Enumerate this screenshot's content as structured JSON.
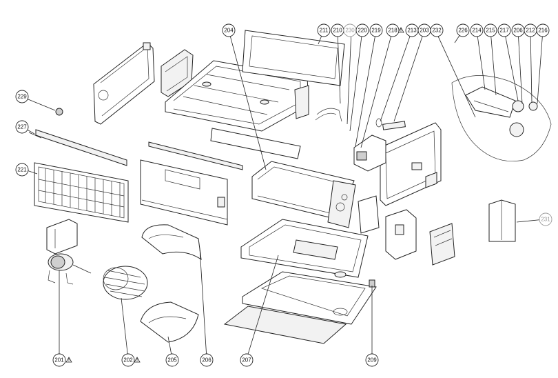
{
  "callouts": [
    {
      "id": "c201",
      "label": "201"
    },
    {
      "id": "c202",
      "label": "202"
    },
    {
      "id": "c203",
      "label": "203"
    },
    {
      "id": "c204",
      "label": "204"
    },
    {
      "id": "c205",
      "label": "205"
    },
    {
      "id": "c206",
      "label": "206"
    },
    {
      "id": "c206b",
      "label": "206"
    },
    {
      "id": "c207",
      "label": "207"
    },
    {
      "id": "c209",
      "label": "209"
    },
    {
      "id": "c210",
      "label": "210"
    },
    {
      "id": "c211",
      "label": "211"
    },
    {
      "id": "c212",
      "label": "212"
    },
    {
      "id": "c213",
      "label": "213"
    },
    {
      "id": "c214",
      "label": "214"
    },
    {
      "id": "c215",
      "label": "215"
    },
    {
      "id": "c216",
      "label": "216"
    },
    {
      "id": "c217",
      "label": "217"
    },
    {
      "id": "c218",
      "label": "218"
    },
    {
      "id": "c219",
      "label": "219"
    },
    {
      "id": "c220",
      "label": "220"
    },
    {
      "id": "c221",
      "label": "221"
    },
    {
      "id": "c226",
      "label": "226"
    },
    {
      "id": "c227",
      "label": "227"
    },
    {
      "id": "c229",
      "label": "229"
    },
    {
      "id": "c230",
      "label": "230"
    },
    {
      "id": "c231",
      "label": "231"
    },
    {
      "id": "c232",
      "label": "232"
    }
  ],
  "warning_mark": "!"
}
